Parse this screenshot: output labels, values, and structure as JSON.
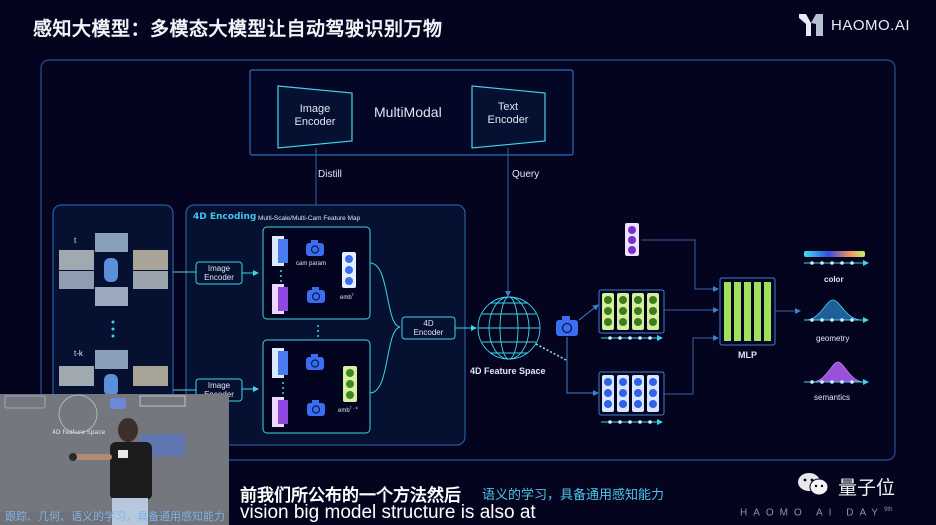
{
  "slide": {
    "title": "感知大模型：多模态大模型让自动驾驶识别万物",
    "logo_text": "HAOMO.AI",
    "multimodal": {
      "label": "MultiModal",
      "image_encoder": [
        "Image",
        "Encoder"
      ],
      "text_encoder": [
        "Text",
        "Encoder"
      ],
      "distill_label": "Distill",
      "query_label": "Query"
    },
    "camera_frames": {
      "time_t": "t",
      "time_tk": "t-k"
    },
    "encoding_4d": {
      "title": "4D Encoding",
      "feature_map_label": "Multi-Scale/Multi-Cam Feature Map",
      "image_encoder": [
        "Image",
        "Encoder"
      ],
      "cam_param_label": "cam param",
      "emb_t": "emb",
      "emb_t_sup": "T",
      "emb_tk": "emb",
      "emb_tk_sup": "T - k",
      "encoder_4d": [
        "4D",
        "Encoder"
      ]
    },
    "feature_space_label": "4D Feature Space",
    "mlp_label": "MLP",
    "outputs": [
      "color",
      "geometry",
      "semantics"
    ]
  },
  "colors": {
    "background": "#04041e",
    "line": "#2e6fb0",
    "cyan": "#3fd4e8",
    "blue_block": "#3a6df0",
    "green_block": "#9ee25a",
    "purple_block": "#8a3fd8"
  },
  "overlay": {
    "subtitle_cn": "前我们所公布的一个方法然后",
    "subtitle_cn_bg": "语义的学习，具备通用感知能力",
    "subtitle_en": "vision big model structure is also at",
    "speaker_caption": "跟踪、几何、语义的学习，具备通用感知能力",
    "speaker_feature_label": "4D Feature Space",
    "watermark_name": "量子位",
    "watermark_event": "HAOMO AI DAY",
    "watermark_event_sup": "9th"
  }
}
